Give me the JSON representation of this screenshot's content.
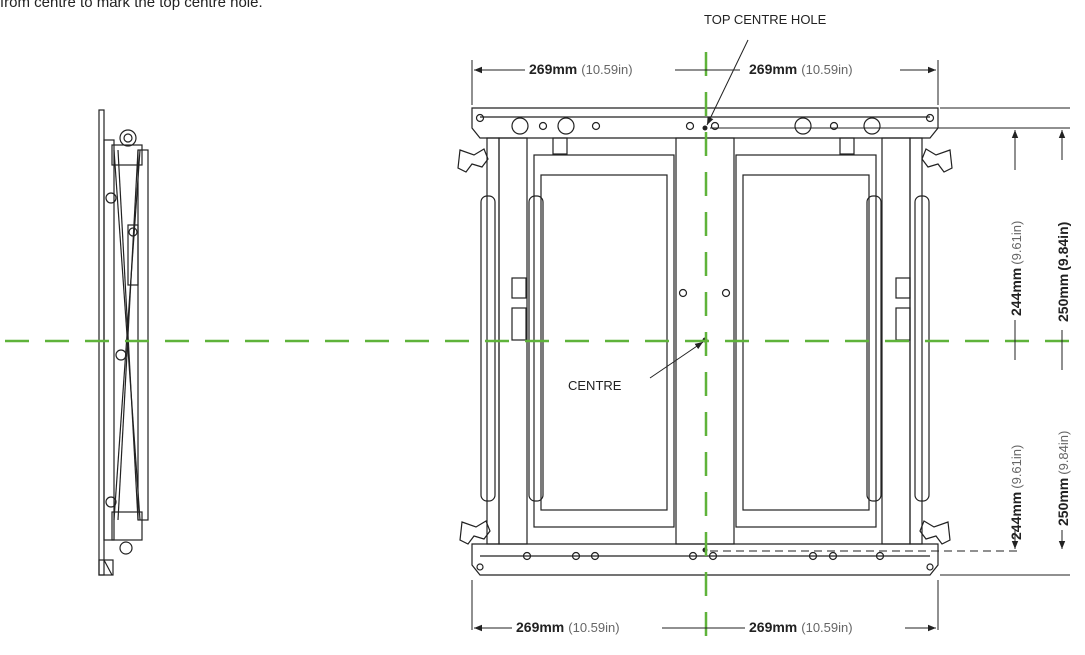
{
  "caption": "from centre to mark the top centre hole.",
  "labels": {
    "top_centre_hole": "TOP CENTRE HOLE",
    "centre": "CENTRE"
  },
  "dimensions": {
    "width_mm": "269mm",
    "width_in": "(10.59in)",
    "hole_mm": "244mm",
    "hole_in": "(9.61in)",
    "edge_mm": "250mm",
    "edge_in": "(9.84in)"
  },
  "colors": {
    "centre_line": "#5fb33a",
    "line": "#222222"
  }
}
